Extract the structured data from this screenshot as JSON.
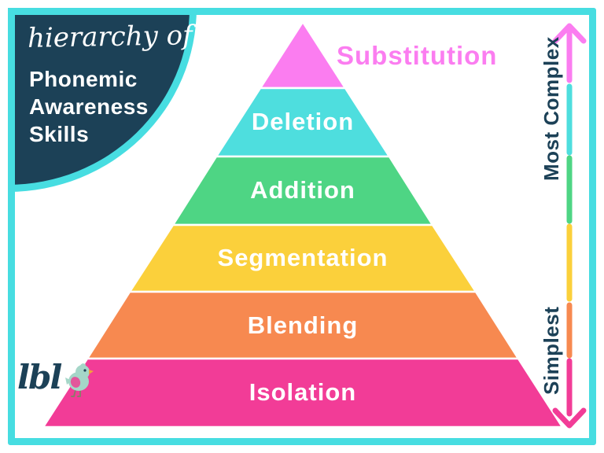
{
  "page": {
    "background": "#FFFFFF",
    "frame_color": "#47DDE1"
  },
  "title_card": {
    "background": "#1C4157",
    "text_color": "#FFFFFF",
    "script_line": "hierarchy of",
    "bold_lines": [
      "Phonemic",
      "Awareness",
      "Skills"
    ]
  },
  "pyramid": {
    "label_text_color": "#FFFFFF",
    "levels": [
      {
        "label": "Substitution",
        "color": "#FB7DF0"
      },
      {
        "label": "Deletion",
        "color": "#4EDEDE"
      },
      {
        "label": "Addition",
        "color": "#4ED584"
      },
      {
        "label": "Segmentation",
        "color": "#FBD03B"
      },
      {
        "label": "Blending",
        "color": "#F78950"
      },
      {
        "label": "Isolation",
        "color": "#F23C97"
      }
    ]
  },
  "complexity_axis": {
    "top_label": "Most Complex",
    "bottom_label": "Simplest",
    "text_color": "#1C4157"
  },
  "logo": {
    "text": "lbl",
    "text_color": "#1C4157",
    "bird": {
      "body_color": "#A5D6C8",
      "wing_color": "#E2569B",
      "beak_color": "#F2A03D",
      "eye_color": "#1C4157",
      "leg_color": "#8E7A6B"
    }
  }
}
